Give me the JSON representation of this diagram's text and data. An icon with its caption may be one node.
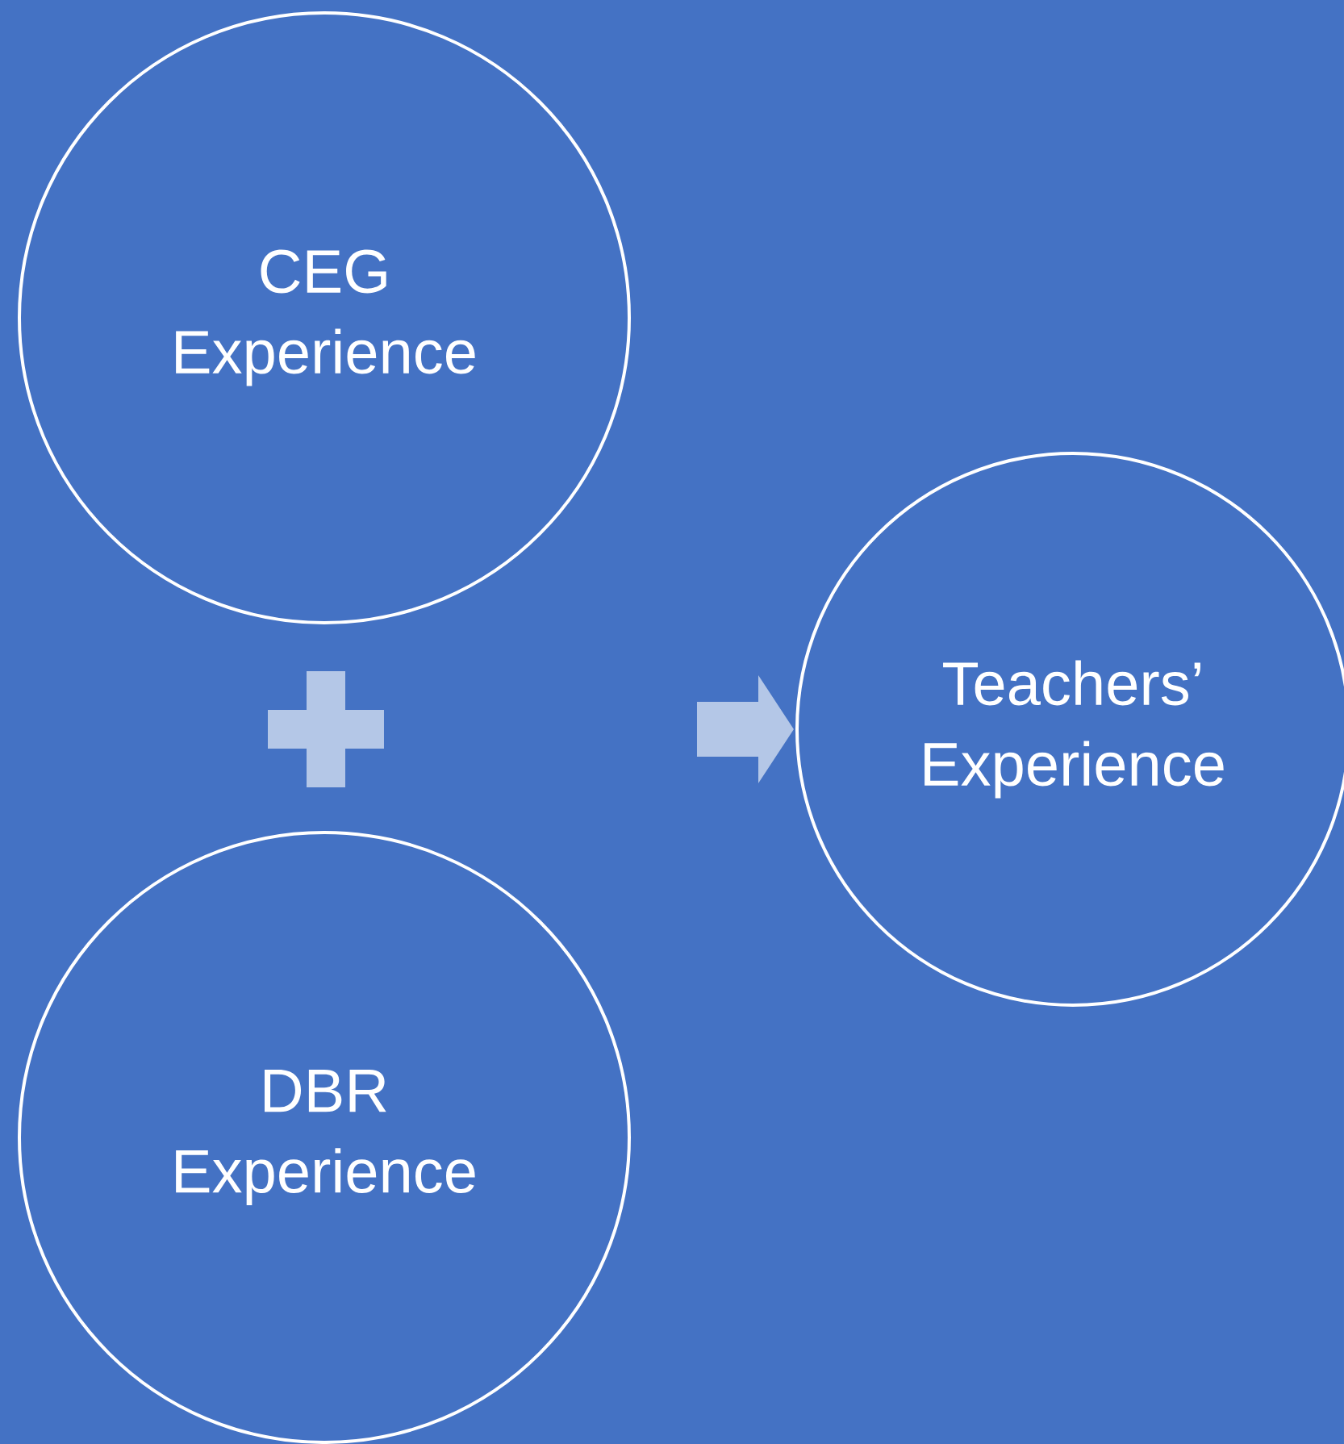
{
  "diagram": {
    "nodes": [
      {
        "text": [
          "CEG Experience"
        ]
      },
      {
        "text": [
          "DBR Experience"
        ]
      },
      {
        "text": [
          "Teachers’ Experience"
        ]
      }
    ],
    "edges": [
      {
        "from": null,
        "to": 2,
        "arrow": "to"
      }
    ]
  }
}
